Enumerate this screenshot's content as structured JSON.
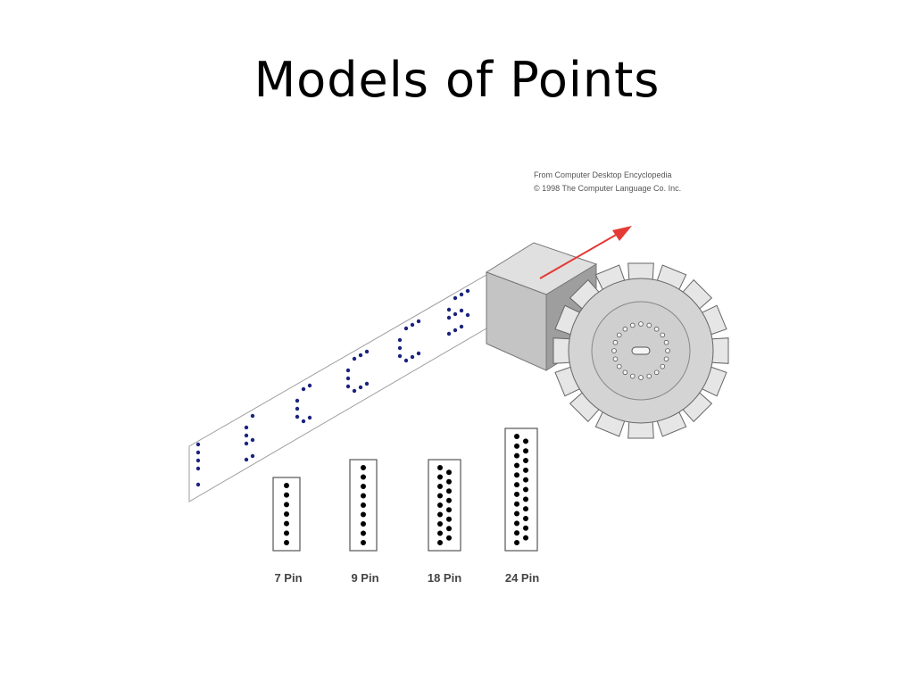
{
  "slide": {
    "title": "Models of Points"
  },
  "credit": {
    "line1": "From Computer Desktop Encyclopedia",
    "line2": "© 1998 The Computer Language Co. Inc."
  },
  "pin_heads": [
    {
      "label": "7 Pin",
      "rows": 7,
      "cols": 1
    },
    {
      "label": "9 Pin",
      "rows": 9,
      "cols": 1
    },
    {
      "label": "18 Pin",
      "rows": 9,
      "cols": 2
    },
    {
      "label": "24 Pin",
      "rows": 12,
      "cols": 2
    }
  ],
  "colors": {
    "dots": "#1a237e",
    "pins": "#000000",
    "arrow": "#e53935",
    "metal": "#d4d4d4"
  }
}
